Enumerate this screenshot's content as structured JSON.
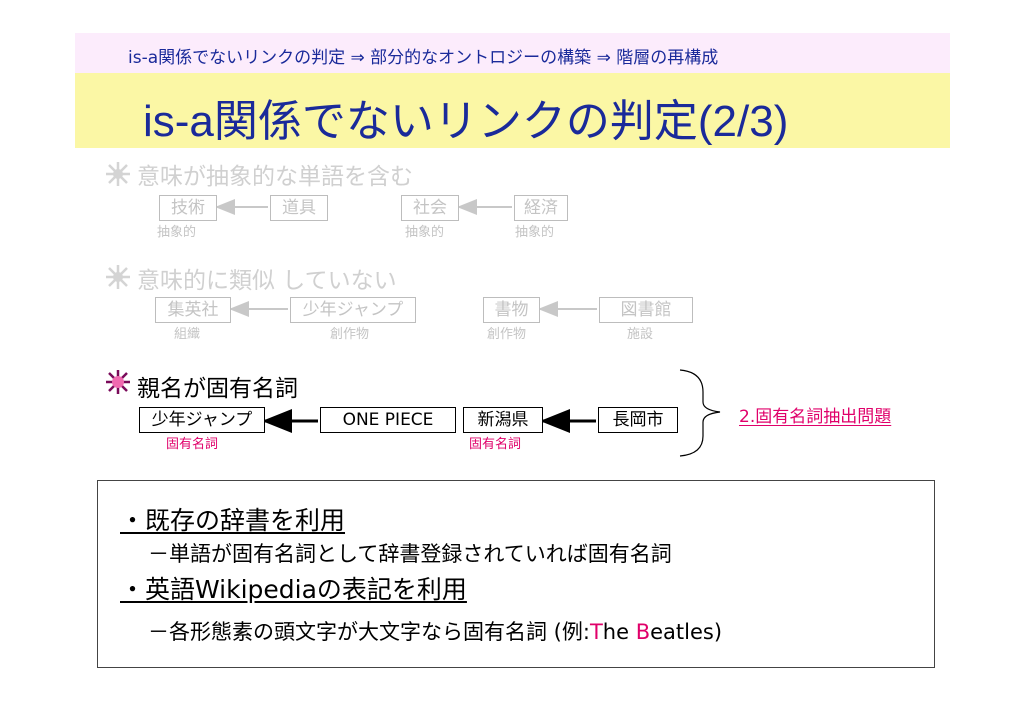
{
  "header": {
    "breadcrumb": "is-a関係でないリンクの判定 ⇒ 部分的なオントロジーの構築 ⇒ 階層の再構成",
    "title": "is-a関係でないリンクの判定(2/3)"
  },
  "sections": [
    {
      "heading": "意味が抽象的な単語を含む",
      "pairs": [
        {
          "left": "技術",
          "left_sub": "抽象的",
          "right": "道具",
          "right_sub": ""
        },
        {
          "left": "社会",
          "left_sub": "抽象的",
          "right": "経済",
          "right_sub": "抽象的"
        }
      ]
    },
    {
      "heading": "意味的に類似 していない",
      "pairs": [
        {
          "left": "集英社",
          "left_sub": "組織",
          "right": "少年ジャンプ",
          "right_sub": "創作物"
        },
        {
          "left": "書物",
          "left_sub": "創作物",
          "right": "図書館",
          "right_sub": "施設"
        }
      ]
    },
    {
      "heading": "親名が固有名詞",
      "pairs": [
        {
          "left": "少年ジャンプ",
          "left_sub": "固有名詞",
          "right": "ONE PIECE",
          "right_sub": ""
        },
        {
          "left": "新潟県",
          "left_sub": "固有名詞",
          "right": "長岡市",
          "right_sub": ""
        }
      ],
      "callout": "2.固有名詞抽出問題"
    }
  ],
  "note": {
    "line1": "・既存の辞書を利用",
    "line2": "－単語が固有名詞として辞書登録されていれば固有名詞",
    "line3": "・英語Wikipediaの表記を利用",
    "line4_prefix": "－各形態素の頭文字が大文字なら固有名詞 (例:",
    "line4_t": "T",
    "line4_he": "he ",
    "line4_b": "B",
    "line4_suffix": "eatles)"
  },
  "colors": {
    "title_blue": "#1a2a9a",
    "accent_pink": "#e0006a",
    "faded_gray": "#d0d0d0",
    "title_bar_yellow": "#fbf7a5",
    "crumb_bar_pink": "#fcecfc"
  },
  "icons": [
    "burst-icon"
  ]
}
